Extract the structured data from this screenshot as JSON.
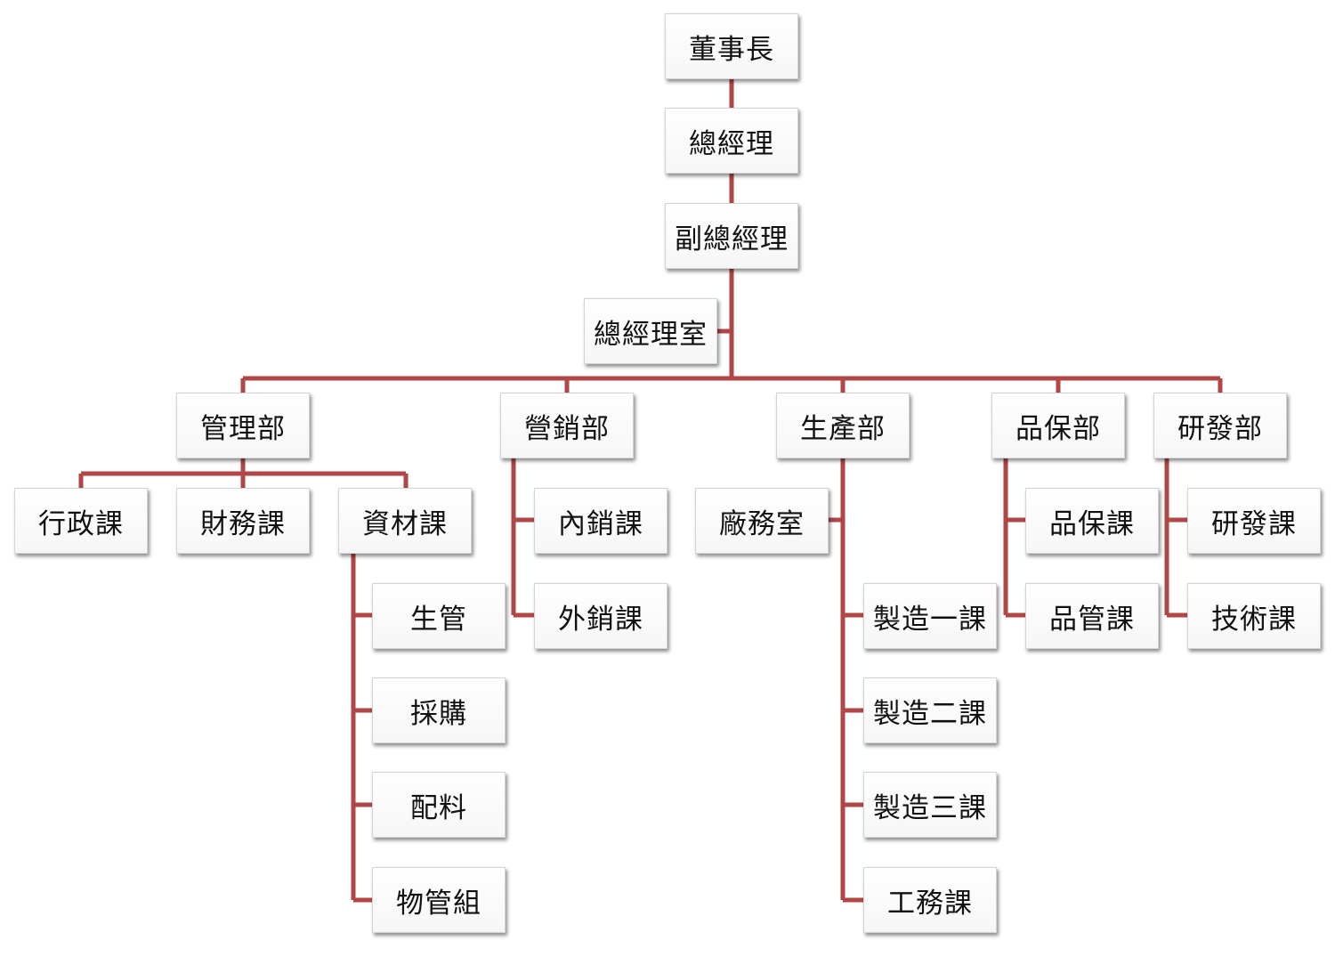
{
  "line_color": "#b04646",
  "nodes": {
    "chairman": "董事長",
    "gm": "總經理",
    "deputy_gm": "副總經理",
    "gm_office": "總經理室",
    "admin_dept": "管理部",
    "sales_dept": "營銷部",
    "production_dept": "生產部",
    "qa_dept": "品保部",
    "rd_dept": "研發部",
    "admin_section": "行政課",
    "finance_section": "財務課",
    "materials_section": "資材課",
    "domestic_sales": "內銷課",
    "export_sales": "外銷課",
    "plant_office": "廠務室",
    "qa_section": "品保課",
    "qc_section": "品管課",
    "rd_section": "研發課",
    "tech_section": "技術課",
    "production_control": "生管",
    "purchasing": "採購",
    "batching": "配料",
    "materials_group": "物管組",
    "mfg1": "製造一課",
    "mfg2": "製造二課",
    "mfg3": "製造三課",
    "engineering": "工務課"
  }
}
